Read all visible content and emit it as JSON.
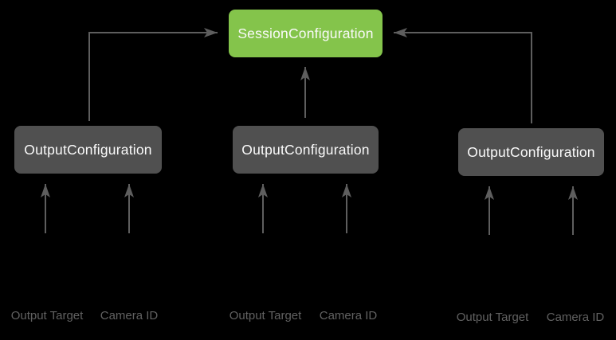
{
  "colors": {
    "background": "#000000",
    "session-node": "#84C44B",
    "output-node": "#505050",
    "node-text": "#FAFAFA",
    "arrow": "#5E5E5E",
    "label-text": "#616161"
  },
  "diagram": {
    "session_node": {
      "label": "SessionConfiguration"
    },
    "output_nodes": [
      {
        "label": "OutputConfiguration",
        "inputs": [
          "Output Target",
          "Camera ID"
        ]
      },
      {
        "label": "OutputConfiguration",
        "inputs": [
          "Output Target",
          "Camera ID"
        ]
      },
      {
        "label": "OutputConfiguration",
        "inputs": [
          "Output Target",
          "Camera ID"
        ]
      }
    ]
  }
}
